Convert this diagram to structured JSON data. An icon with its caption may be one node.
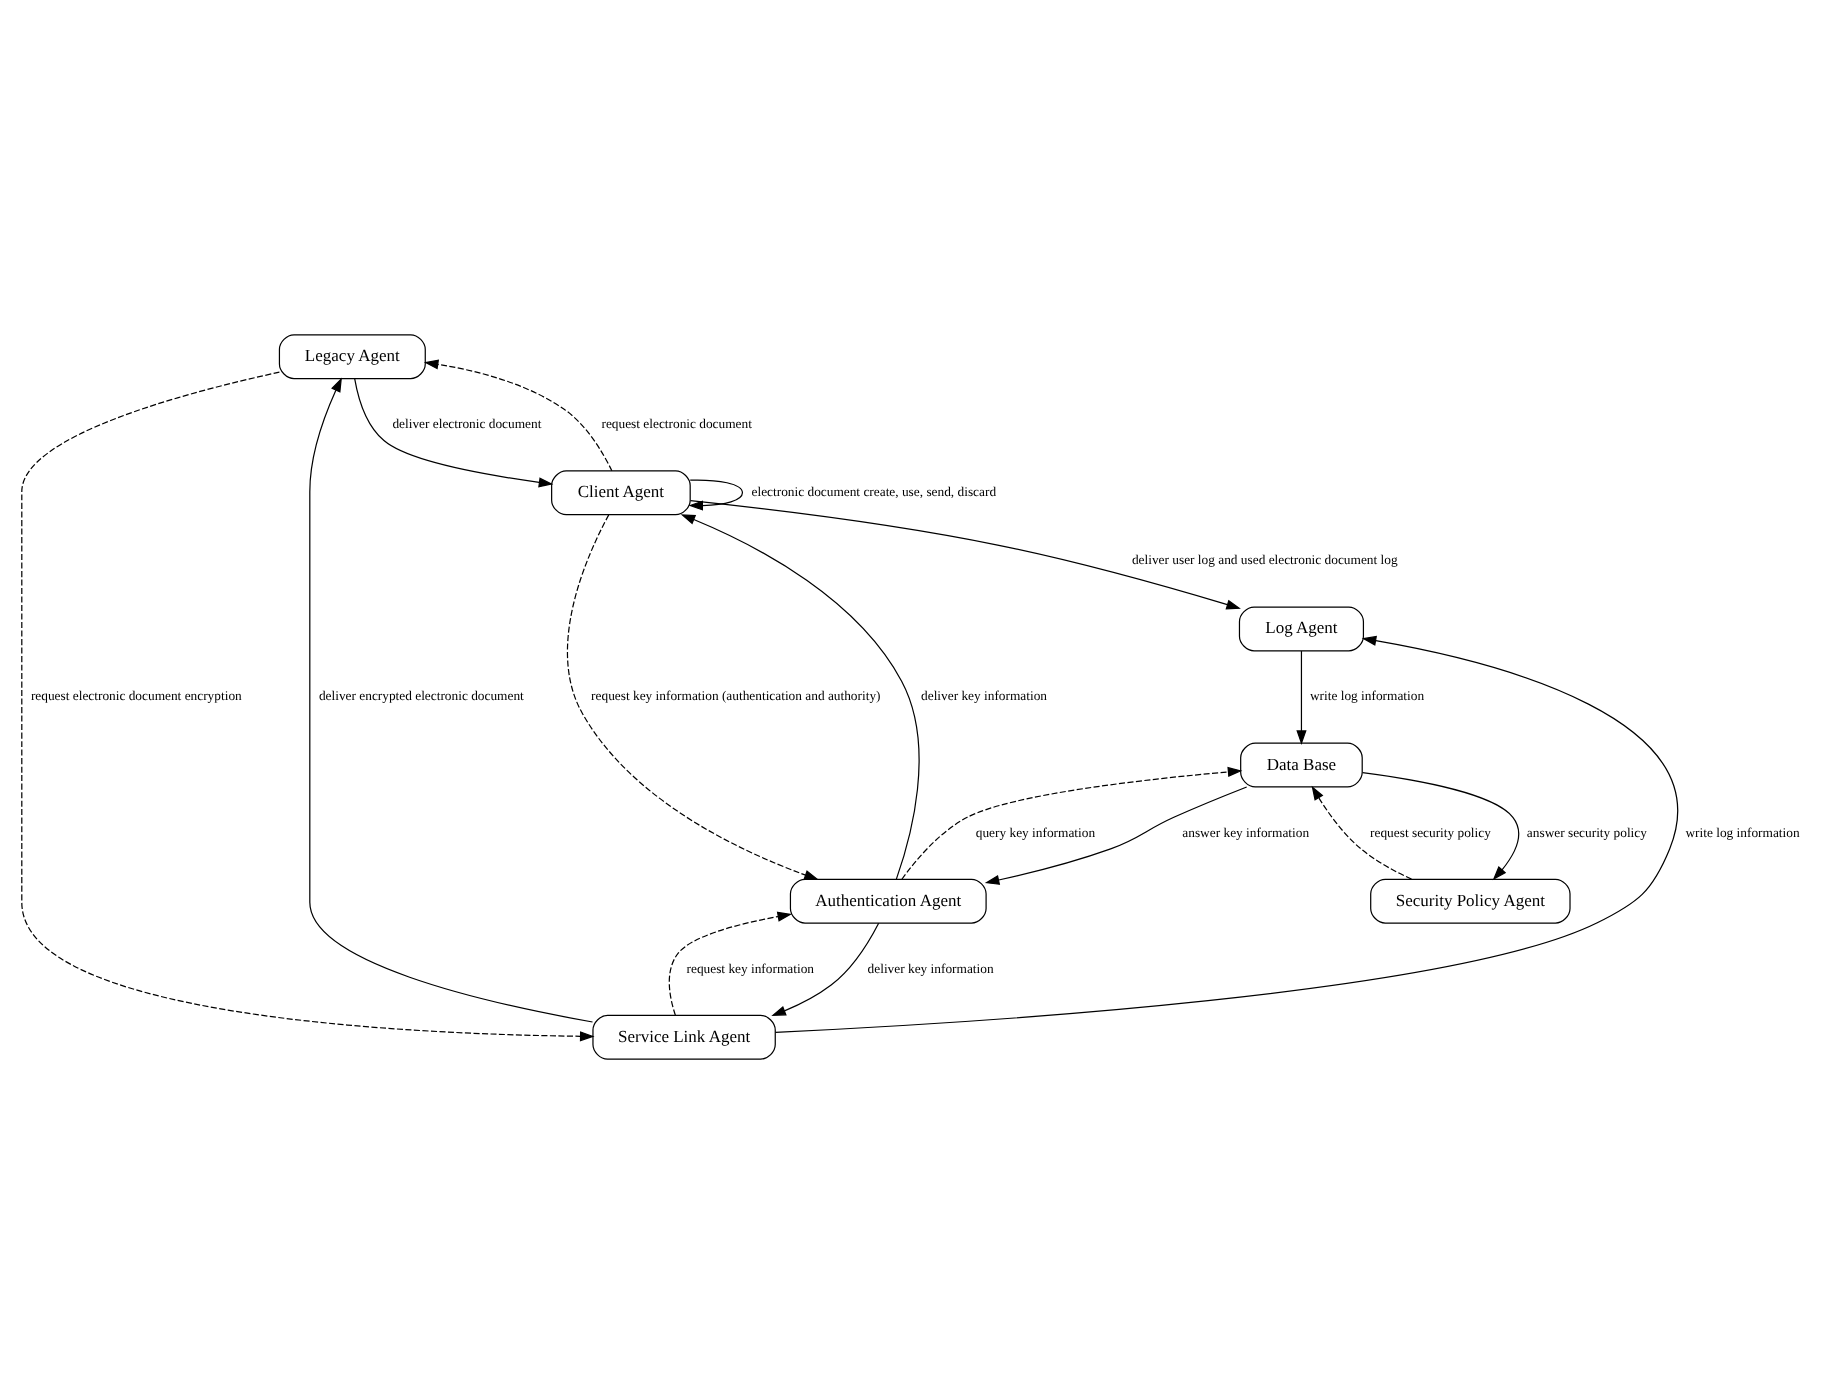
{
  "diagram": {
    "nodes": [
      {
        "text": [
          "Legacy Agent"
        ]
      },
      {
        "text": [
          "Client Agent"
        ]
      },
      {
        "text": [
          "Service Link Agent"
        ]
      },
      {
        "text": [
          "Authentication Agent"
        ]
      },
      {
        "text": [
          "Log Agent"
        ]
      },
      {
        "text": [
          "Data Base"
        ]
      },
      {
        "text": [
          "Security Policy Agent"
        ]
      }
    ],
    "edges": [
      {
        "from": 1,
        "to": 0,
        "arrow": "to",
        "style": "dashed",
        "label": "request electronic document"
      },
      {
        "from": 0,
        "to": 1,
        "arrow": "to",
        "label": "deliver electronic document"
      },
      {
        "from": 0,
        "to": 2,
        "arrow": "to",
        "style": "dashed",
        "label": "request electronic document encryption"
      },
      {
        "from": 2,
        "to": 0,
        "arrow": "to",
        "label": "deliver encrypted electronic document"
      },
      {
        "from": 1,
        "to": 1,
        "arrow": "to",
        "label": "electronic document create, use, send, discard"
      },
      {
        "from": 3,
        "to": 1,
        "arrow": "to",
        "label": "deliver key information"
      },
      {
        "from": 1,
        "to": 3,
        "arrow": "to",
        "style": "dashed",
        "label": "request key information (authentication and authority)"
      },
      {
        "from": 2,
        "to": 3,
        "arrow": "to",
        "style": "dashed",
        "label": "request key information"
      },
      {
        "from": 3,
        "to": 2,
        "arrow": "to",
        "label": "deliver key information"
      },
      {
        "from": 2,
        "to": 4,
        "arrow": "to",
        "label": "write log information"
      },
      {
        "from": 1,
        "to": 4,
        "arrow": "to",
        "label": "deliver user log and used electronic document log"
      },
      {
        "from": 3,
        "to": 5,
        "arrow": "to",
        "style": "dashed",
        "label": "query key information"
      },
      {
        "from": 5,
        "to": 3,
        "arrow": "to",
        "label": "answer key information"
      },
      {
        "from": 4,
        "to": 5,
        "arrow": "to",
        "label": "write log information"
      },
      {
        "from": 5,
        "to": 6,
        "arrow": "to",
        "label": "answer security policy"
      },
      {
        "from": 6,
        "to": 5,
        "arrow": "to",
        "style": "dashed",
        "label": "request security policy"
      }
    ]
  }
}
